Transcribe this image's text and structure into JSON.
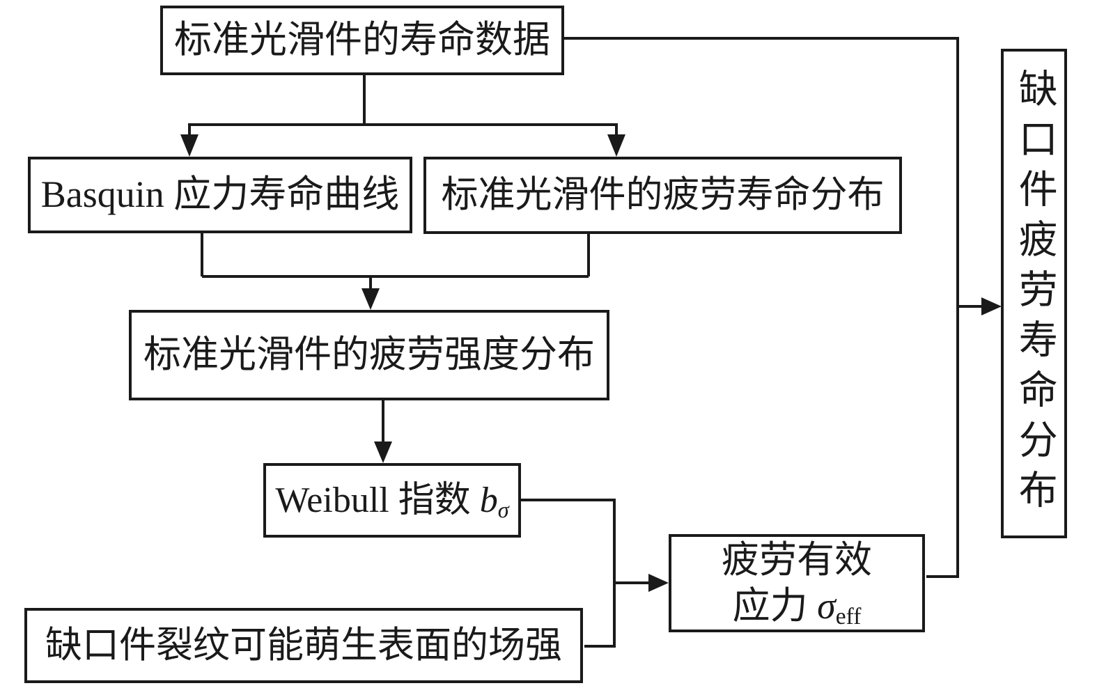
{
  "nodes": {
    "life_data": {
      "label": "标准光滑件的寿命数据"
    },
    "basquin": {
      "label": "Basquin 应力寿命曲线"
    },
    "fatigue_life_dist": {
      "label": "标准光滑件的疲劳寿命分布"
    },
    "fatigue_strength_dist": {
      "label": "标准光滑件的疲劳强度分布"
    },
    "weibull_exponent": {
      "prefix": "Weibull 指数 ",
      "symbol": "b",
      "subscript": "σ"
    },
    "crack_surface_field": {
      "label": "缺口件裂纹可能萌生表面的场强"
    },
    "effective_stress": {
      "line1": "疲劳有效",
      "line2_prefix": "应力 ",
      "symbol": "σ",
      "subscript": "eff"
    },
    "notched_life_dist": {
      "label": "缺口件疲劳寿命分布"
    }
  },
  "colors": {
    "ink": "#1a1a1a",
    "background": "#ffffff"
  }
}
